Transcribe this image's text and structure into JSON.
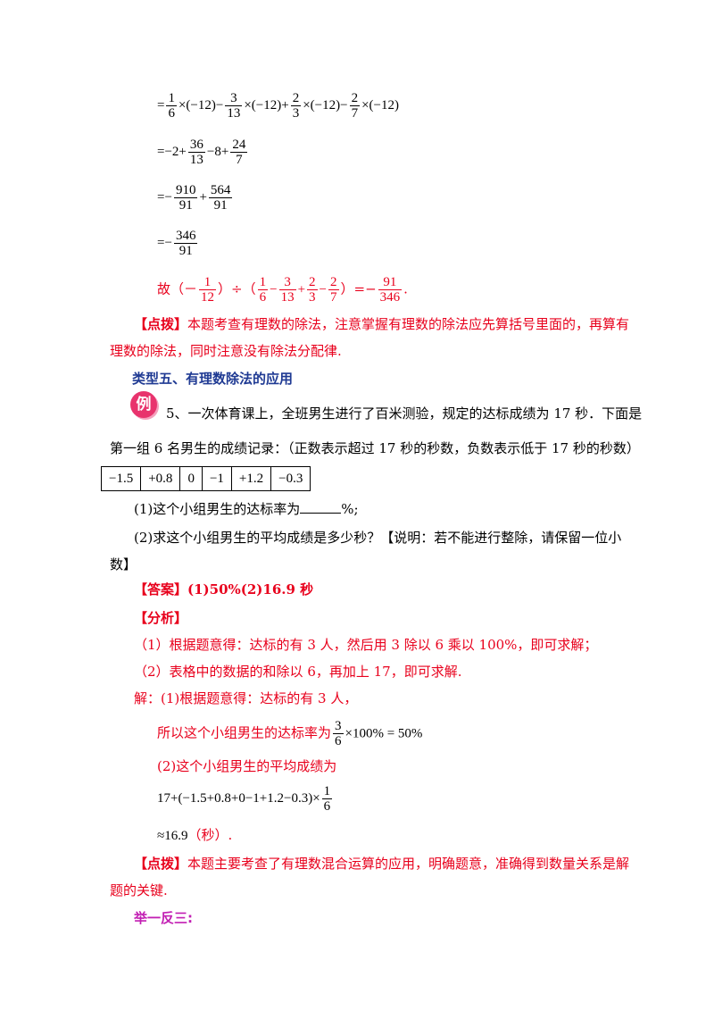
{
  "calc": {
    "eq_sign": "=",
    "l1": {
      "f1_num": "1",
      "f1_den": "6",
      "t1": "×(−12)−",
      "f2_num": "3",
      "f2_den": "13",
      "t2": "×(−12)+",
      "f3_num": "2",
      "f3_den": "3",
      "t3": "×(−12)−",
      "f4_num": "2",
      "f4_den": "7",
      "t4": "×(−12)"
    },
    "l2": {
      "t1": "−2+",
      "f1_num": "36",
      "f1_den": "13",
      "t2": "−8+",
      "f2_num": "24",
      "f2_den": "7"
    },
    "l3": {
      "t1": "−",
      "f1_num": "910",
      "f1_den": "91",
      "t2": "+",
      "f2_num": "564",
      "f2_den": "91"
    },
    "l4": {
      "t1": "−",
      "f1_num": "346",
      "f1_den": "91"
    }
  },
  "conclusion": {
    "prefix": "故（－",
    "f1_num": "1",
    "f1_den": "12",
    "mid": "）÷（",
    "f2_num": "1",
    "f2_den": "6",
    "op1": "−",
    "f3_num": "3",
    "f3_den": "13",
    "op2": "+",
    "f4_num": "2",
    "f4_den": "3",
    "op3": "−",
    "f5_num": "2",
    "f5_den": "7",
    "eq": "）=−",
    "f6_num": "91",
    "f6_den": "346",
    "end": "."
  },
  "tip1": {
    "tag": "【点拨】",
    "line1": "本题考查有理数的除法，注意掌握有理数的除法应先算括号里面的，再算有",
    "line2": "理数的除法，同时注意没有除法分配律."
  },
  "section_title": "类型五、有理数除法的应用",
  "example": {
    "badge": "例",
    "line1": "5、一次体育课上，全班男生进行了百米测验，规定的达标成绩为 17 秒．下面是",
    "line2": "第一组 6 名男生的成绩记录：（正数表示超过 17 秒的秒数，负数表示低于 17 秒的秒数）",
    "scores": [
      "−1.5",
      "+0.8",
      "0",
      "−1",
      "+1.2",
      "−0.3"
    ],
    "q1_a": "(1)这个小组男生的达标率为",
    "q1_b": "%;",
    "q2_line1": "(2)求这个小组男生的平均成绩是多少秒？【说明：若不能进行整除，请保留一位小",
    "q2_line2": "数】"
  },
  "answer": {
    "tag": "【答案】",
    "text": "(1)50%(2)16.9 秒"
  },
  "analysis": {
    "tag": "【分析】",
    "p1": "（1）根据题意得：达标的有 3 人，然后用 3 除以 6 乘以 100%，即可求解；",
    "p2": "（2）表格中的数据的和除以 6，再加上 17，即可求解."
  },
  "solution": {
    "s1": "解：(1)根据题意得：达标的有 3 人，",
    "s2_text": "所以这个小组男生的达标率为",
    "s2_num": "3",
    "s2_den": "6",
    "s2_tail": "×100% = 50%",
    "s3": "(2)这个小组男生的平均成绩为",
    "s4_text": "17+(−1.5+0.8+0−1+1.2−0.3)×",
    "s4_num": "1",
    "s4_den": "6",
    "s5_val": "≈16.9",
    "s5_unit": "（秒）."
  },
  "tip2": {
    "tag": "【点拨】",
    "line1": "本题主要考查了有理数混合运算的应用，明确题意，准确得到数量关系是解",
    "line2": "题的关键."
  },
  "practice": "举一反三:"
}
